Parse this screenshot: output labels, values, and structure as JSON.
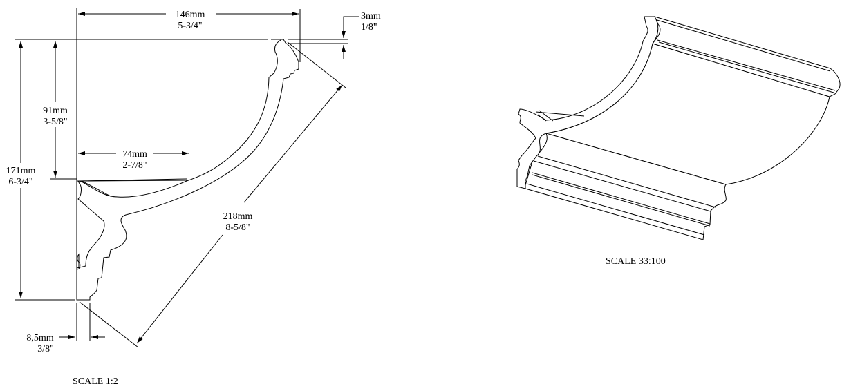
{
  "profile_view": {
    "dimensions": {
      "width": {
        "mm": "146mm",
        "in": "5-3/4\""
      },
      "top_offset": {
        "mm": "3mm",
        "in": "1/8\""
      },
      "total_height": {
        "mm": "171mm",
        "in": "6-3/4\""
      },
      "upper_height": {
        "mm": "91mm",
        "in": "3-5/8\""
      },
      "flange_width": {
        "mm": "74mm",
        "in": "2-7/8\""
      },
      "diagonal": {
        "mm": "218mm",
        "in": "8-5/8\""
      },
      "thickness": {
        "mm": "8,5mm",
        "in": "3/8\""
      }
    },
    "scale": "SCALE  1:2"
  },
  "iso_view": {
    "scale": "SCALE  33:100"
  }
}
